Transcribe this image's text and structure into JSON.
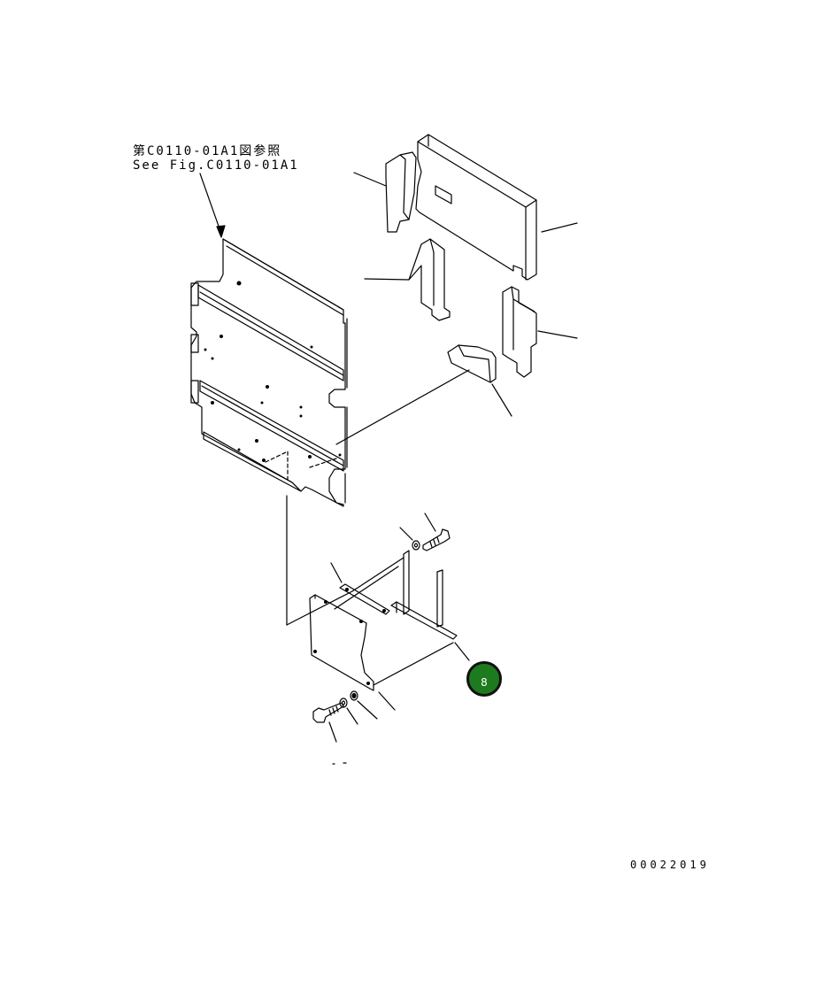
{
  "figure": {
    "reference_jp": "第C0110-01A1図参照",
    "reference_en": "See Fig.C0110-01A1",
    "document_number": "00022019"
  },
  "callouts": [
    {
      "label": "8",
      "color": "#1e7a1e"
    }
  ]
}
